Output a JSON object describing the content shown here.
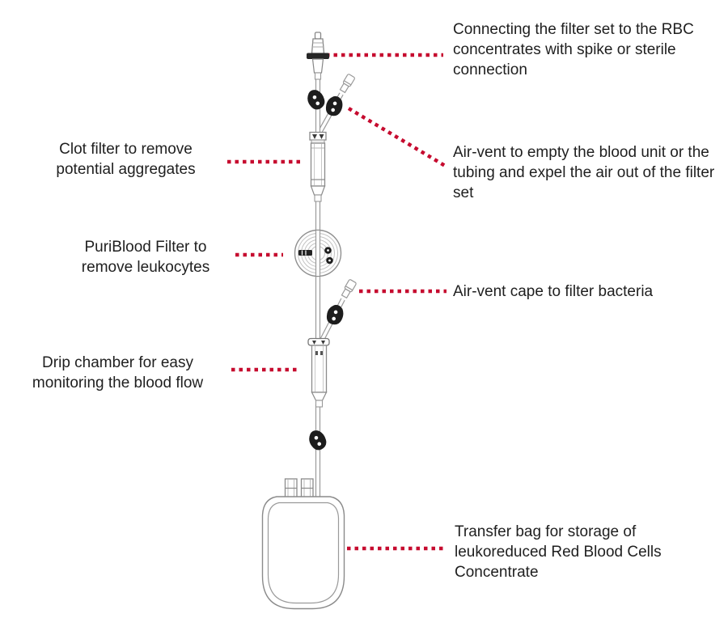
{
  "labels": {
    "spike_connection": {
      "text": "Connecting the filter set to the RBC concentrates with spike or sterile connection"
    },
    "clot_filter": {
      "text": "Clot filter to remove potential aggregates"
    },
    "air_vent": {
      "text": "Air-vent to empty the blood unit or the tubing and expel the air out of the filter set"
    },
    "puriblood_filter": {
      "text": "PuriBlood Filter to remove leukocytes"
    },
    "air_vent_cape": {
      "text": "Air-vent cape to filter bacteria"
    },
    "drip_chamber": {
      "text": "Drip chamber for easy monitoring the blood flow"
    },
    "transfer_bag": {
      "text": "Transfer bag for storage of leukoreduced Red Blood Cells Concentrate"
    }
  },
  "components": [
    "spike-connector-icon",
    "pinch-clamp-icon",
    "air-vent-icon",
    "clot-filter-icon",
    "puriblood-filter-icon",
    "air-vent-cape-icon",
    "drip-chamber-icon",
    "transfer-bag-icon",
    "tubing-icon"
  ],
  "colors": {
    "background": "#ffffff",
    "text": "#1f1f1f",
    "leader_line": "#c60b2f",
    "device_outline": "#8f8f8f",
    "clamp": "#1d1d1d"
  }
}
